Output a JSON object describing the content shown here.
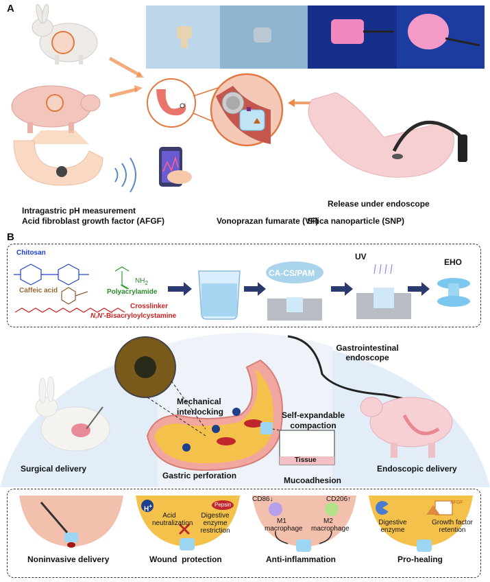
{
  "panelA": {
    "letter": "A",
    "ph_caption": "Intragastric pH measurement",
    "release_caption": "Release under endoscope",
    "legend": [
      {
        "label": "Acid fibroblast growth factor (AFGF)",
        "color": "#7b2a8a",
        "shape": "square"
      },
      {
        "label": "Vonoprazan fumarate (VF)",
        "color": "#c0601a",
        "shape": "triangle"
      },
      {
        "label": "Silica nanoparticle (SNP)",
        "color": "#49b6e8",
        "shape": "circle"
      }
    ]
  },
  "panelB": {
    "letter": "B",
    "chem": {
      "chitosan": "Chitosan",
      "caffeic": "Caffeic acid",
      "polyacrylamide": "Polyacrylamide",
      "crosslinker": "Crosslinker",
      "bis_prefix": "N,N'",
      "bis_suffix": "-Bisacryloylcystamine",
      "nh2": "NH",
      "nh2_sub": "2"
    },
    "steps": {
      "cacs": "CA-CS/PAM",
      "uv": "UV",
      "eho": "EHO"
    },
    "scene": {
      "endoscope_label": "Gastrointestinal endoscope",
      "mechanical": "Mechanical interlocking",
      "self_expand": "Self-expandable compaction",
      "surgical": "Surgical delivery",
      "perforation": "Gastric perforation",
      "mucoadhesion": "Mucoadhesion",
      "tissue": "Tissue",
      "endoscopic": "Endoscopic delivery",
      "hplus": "H",
      "pepsin": "Pepsin"
    },
    "bottom": {
      "noninvasive": "Noninvasive delivery",
      "wound": "Wound  protection",
      "acid": "Acid neutralization",
      "digestive_restriction": "Digestive enzyme restriction",
      "anti": "Anti-inflammation",
      "cd86": "CD86↓",
      "cd206": "CD206↑",
      "m1": "M1 macrophage",
      "m2": "M2 macrophage",
      "prohealing": "Pro-healing",
      "digestive_enzyme": "Digestive enzyme",
      "growth": "Growth factor retention",
      "afgf_tag": "AFGF"
    }
  }
}
